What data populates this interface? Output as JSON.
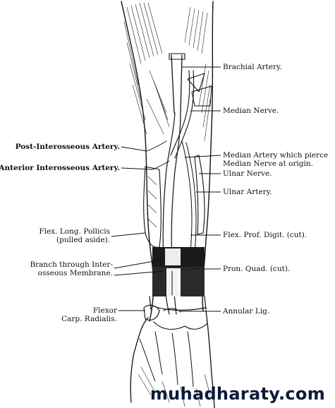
{
  "labels": {
    "brachial_artery": "Brachial Artery.",
    "median_nerve": "Median Nerve.",
    "post_interosseous": "Post-Interosseous Artery.",
    "median_artery_1": "Median Artery which pierce",
    "median_artery_2": "Median Nerve at origin.",
    "anterior_interosseous": "Anterior Interosseous Artery.",
    "ulnar_nerve": "Ulnar Nerve.",
    "ulnar_artery": "Ulnar Artery.",
    "flex_long_1": "Flex. Long. Pollicis",
    "flex_long_2": "(pulled aside).",
    "flex_prof": "Flex. Prof. Digit. (cut).",
    "branch_1": "Branch through Inter-",
    "branch_2": "osseous Membrane.",
    "pron_quad": "Pron. Quad. (cut).",
    "flexor_1": "Flexor",
    "flexor_2": "Carp. Radialis.",
    "annular": "Annular Lig."
  },
  "watermark": "muhadharaty.com"
}
